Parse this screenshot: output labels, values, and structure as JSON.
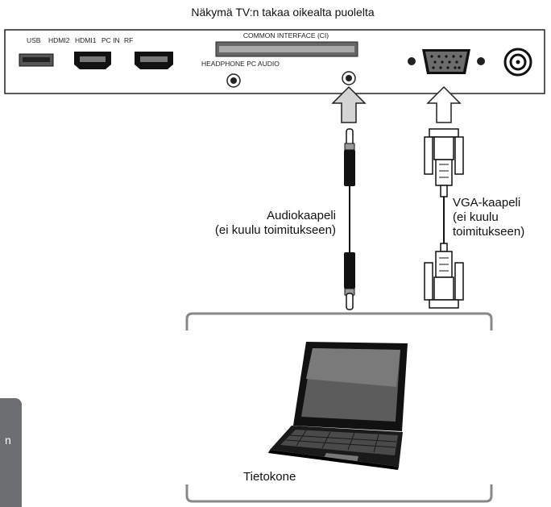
{
  "header": {
    "title": "Näkymä TV:n takaa oikealta puolelta"
  },
  "panel": {
    "port_labels": [
      "USB",
      "HDMI2",
      "HDMI1",
      "PC IN",
      "RF"
    ],
    "common_interface_label": "COMMON INTERFACE (CI)",
    "audio_label": "HEADPHONE PC AUDIO"
  },
  "cables": {
    "audio": {
      "line1": "Audiokaapeli",
      "line2": "(ei kuulu toimitukseen)"
    },
    "vga": {
      "line1": "VGA-kaapeli",
      "line2": "(ei kuulu",
      "line3": "toimitukseen)"
    }
  },
  "computer": {
    "label": "Tietokone"
  },
  "side_tab": {
    "text": "n"
  }
}
